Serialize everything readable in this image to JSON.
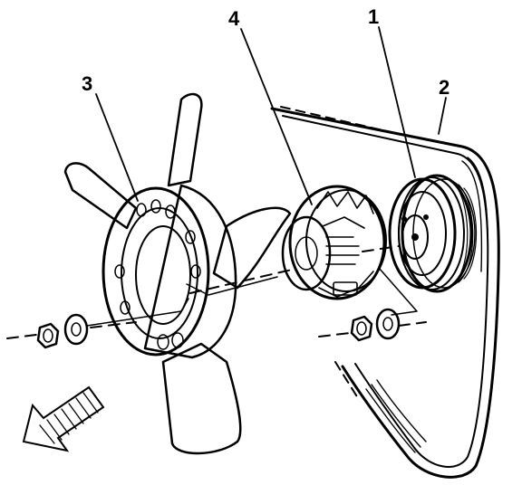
{
  "figure": {
    "callouts": [
      {
        "id": "callout-1",
        "label": "1"
      },
      {
        "id": "callout-2",
        "label": "2"
      },
      {
        "id": "callout-3",
        "label": "3"
      },
      {
        "id": "callout-4",
        "label": "4"
      }
    ],
    "parts": [
      "fan-blade-assembly",
      "fan-clutch",
      "water-pump-pulley",
      "drive-belt",
      "nuts",
      "washers",
      "direction-arrow"
    ],
    "colors": {
      "ink": "#000000",
      "paper": "#ffffff"
    }
  }
}
